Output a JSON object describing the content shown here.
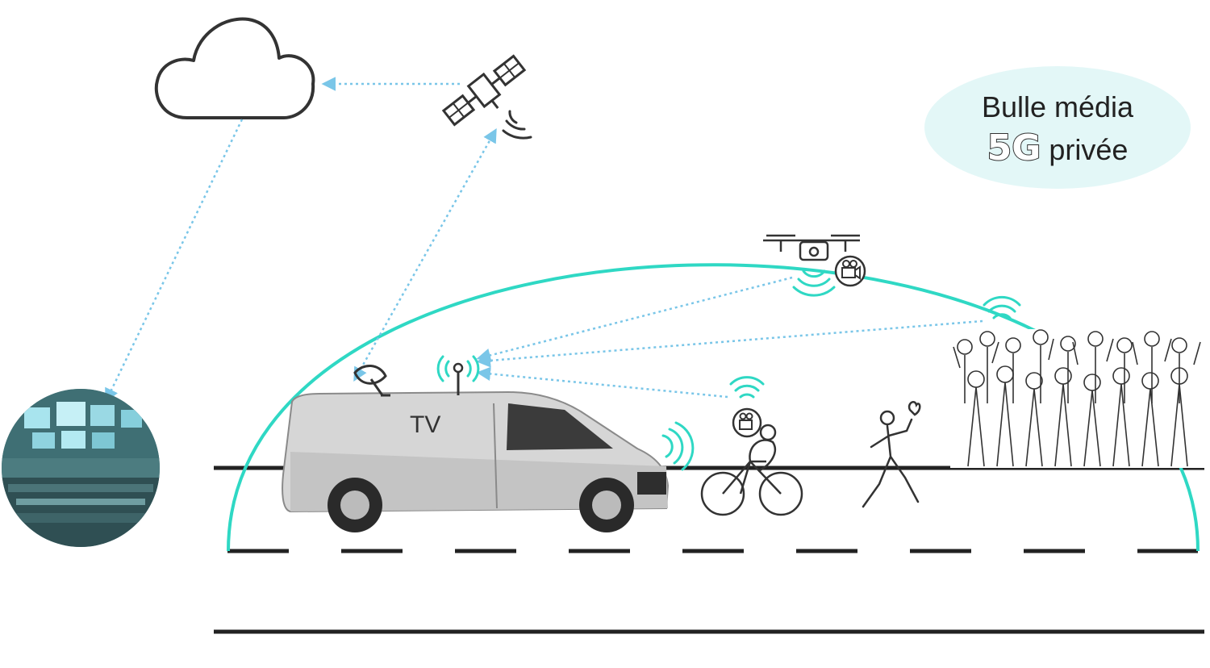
{
  "bubble": {
    "line1": "Bulle média",
    "five_g": "5G",
    "line2_rest": "privée"
  },
  "van": {
    "label": "TV"
  },
  "colors": {
    "dome": "#2fd8c4",
    "link": "#7ac6e8",
    "bubble_bg": "#e3f7f7",
    "road": "#222222",
    "signal": "#2fd8c4"
  },
  "icons": [
    "cloud-icon",
    "satellite-icon",
    "drone-icon",
    "camera-icon",
    "antenna-icon",
    "dish-icon",
    "cyclist-icon",
    "runner-icon",
    "crowd-icon",
    "control-room-image"
  ]
}
